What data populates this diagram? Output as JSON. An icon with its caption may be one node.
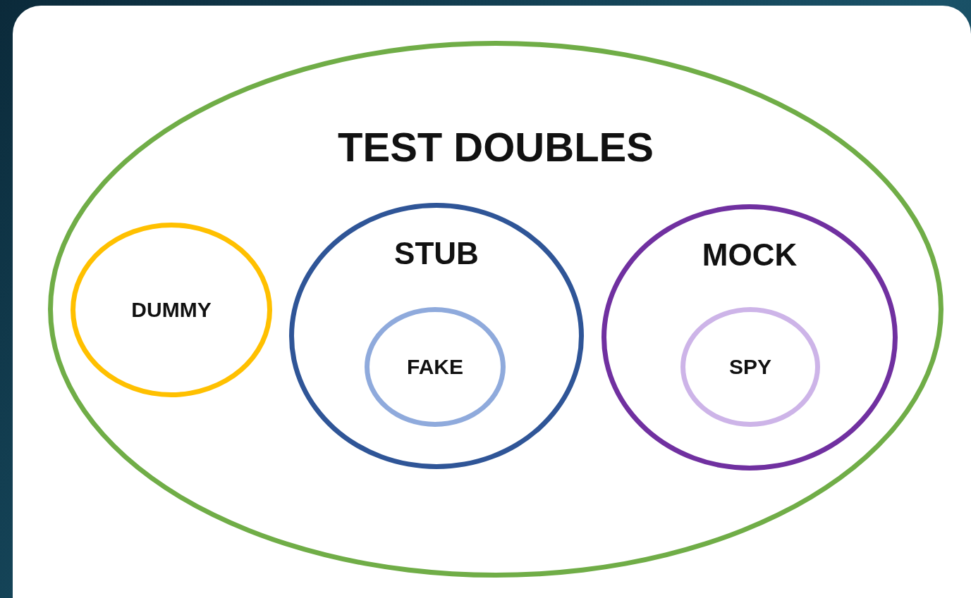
{
  "diagram": {
    "nodes": [
      {
        "text": [
          "TEST DOUBLES"
        ]
      },
      {
        "text": [
          "DUMMY"
        ],
        "in": 0
      },
      {
        "text": [
          "STUB"
        ],
        "in": 0
      },
      {
        "text": [
          "FAKE"
        ],
        "in": 2
      },
      {
        "text": [
          "MOCK"
        ],
        "in": 0
      },
      {
        "text": [
          "SPY"
        ],
        "in": 4
      }
    ]
  }
}
